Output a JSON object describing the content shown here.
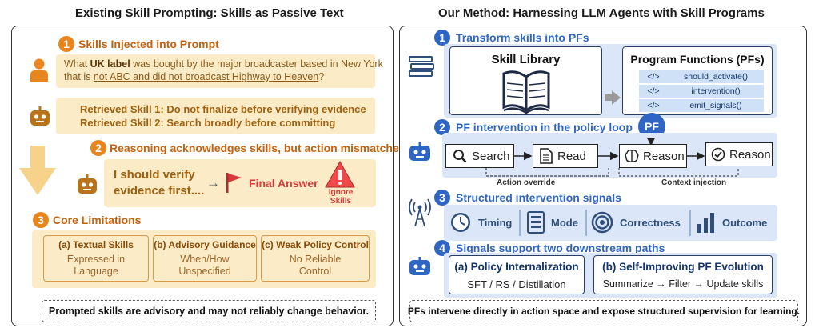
{
  "left": {
    "title": "Existing Skill Prompting: Skills as Passive Text",
    "step1": {
      "num": "1",
      "title": "Skills Injected into Prompt",
      "q_part1": "What ",
      "q_bold": "UK label",
      "q_part2": " was bought by the major broadcaster based in New York",
      "q_line2_part1": "that is ",
      "q_underlined": "not ABC and did not broadcast Highway to Heaven",
      "q_line2_part2": "?"
    },
    "skills": [
      "Retrieved Skill 1: Do not finalize before verifying evidence",
      "Retrieved Skill 2: Search broadly before committing"
    ],
    "step2": {
      "num": "2",
      "title": "Reasoning acknowledges skills, but action mismatches",
      "thought_line1": "I should verify",
      "thought_line2": "evidence first....",
      "arrow": "→",
      "final_answer": "Final Answer",
      "ignore_line1": "Ignore",
      "ignore_line2": "Skills"
    },
    "step3": {
      "num": "3",
      "title": "Core Limitations",
      "limits": [
        {
          "head": "(a) Textual Skills",
          "line1": "Expressed in",
          "line2": "Language"
        },
        {
          "head": "(b) Advisory Guidance",
          "line1": "When/How",
          "line2": "Unspecified"
        },
        {
          "head": "(c) Weak Policy Control",
          "line1": "No Reliable",
          "line2": "Control"
        }
      ]
    },
    "note": "Prompted skills are advisory and may not reliably change behavior."
  },
  "right": {
    "title": "Our Method: Harnessing LLM Agents with Skill Programs",
    "step1": {
      "num": "1",
      "title": "Transform skills into PFs",
      "library": "Skill Library",
      "pf_title": "Program Functions (PFs)",
      "code_icon": "</>",
      "functions": [
        "should_activate()",
        "intervention()",
        "emit_signals()"
      ]
    },
    "step2": {
      "num": "2",
      "title": "PF intervention in the policy loop",
      "pf_badge": "PF",
      "nodes": [
        "Search",
        "Read",
        "Reason",
        "Reason"
      ],
      "action_override": "Action override",
      "context_injection": "Context injection"
    },
    "step3": {
      "num": "3",
      "title": "Structured intervention signals",
      "signals": [
        "Timing",
        "Mode",
        "Correctness",
        "Outcome"
      ]
    },
    "step4": {
      "num": "4",
      "title": "Signals support two downstream paths",
      "path_a_title": "(a) Policy Internalization",
      "path_a_body": "SFT / RS / Distillation",
      "path_b_title": "(b) Self-Improving PF Evolution",
      "path_b_body": "Summarize → Filter → Update skills"
    },
    "note": "PFs intervene directly in action space and expose structured supervision for learning."
  },
  "colors": {
    "orange_accent": "#e8851c",
    "orange_fill": "#fbecc7",
    "blue_accent": "#2f66c4",
    "blue_fill": "#dbe7f9",
    "red": "#d63a3a"
  }
}
